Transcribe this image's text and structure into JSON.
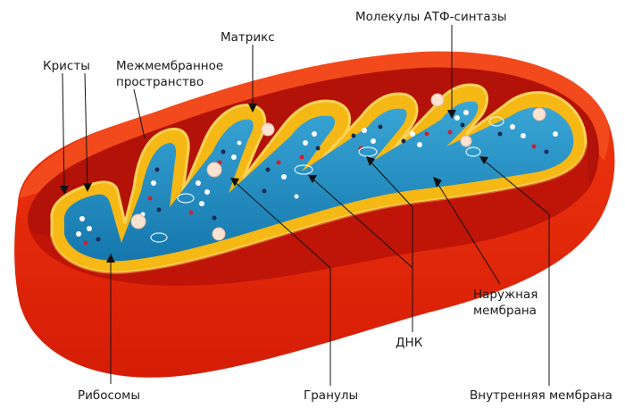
{
  "labels": {
    "cristae": "Кристы",
    "intermembrane_space": [
      "Межмембранное",
      "пространство"
    ],
    "matrix": "Матрикс",
    "atp_synthase": "Молекулы АТФ-синтазы",
    "outer_membrane": [
      "Наружная",
      "мембрана"
    ],
    "dna": "ДНК",
    "ribosomes": "Рибосомы",
    "granules": "Гранулы",
    "inner_membrane": "Внутренняя мембрана"
  },
  "colors": {
    "outer_membrane": "#ee2a0e",
    "outer_membrane_dark": "#c81a06",
    "intermembrane": "#b41208",
    "inner_membrane": "#f5b814",
    "inner_membrane_edge": "#f7d24a",
    "matrix": "#1f8ec4",
    "matrix_light": "#3aa6d6",
    "ribosome_red": "#d0202a",
    "granule_dark": "#1b2a52",
    "granule_white": "#ffffff",
    "leader_line": "#111111"
  }
}
